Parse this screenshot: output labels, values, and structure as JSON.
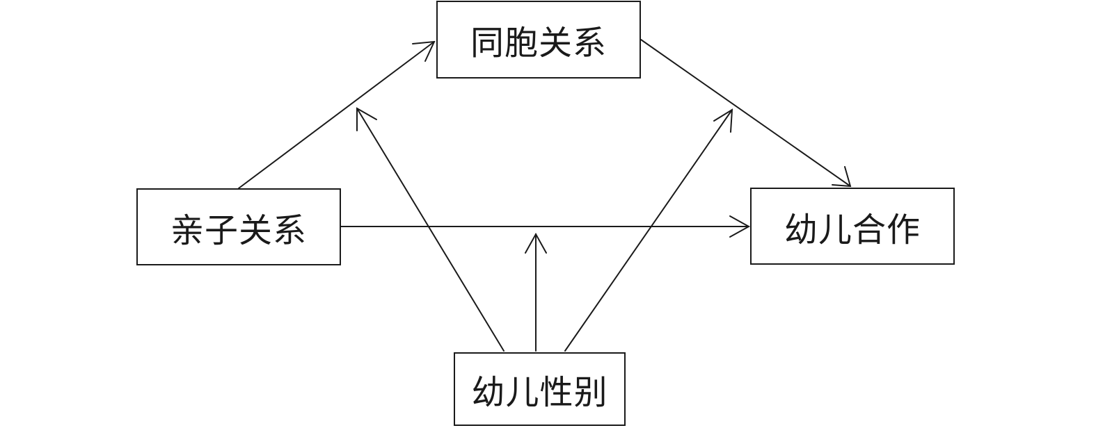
{
  "diagram": {
    "nodes": {
      "sibling": {
        "label": "同胞关系"
      },
      "parent": {
        "label": "亲子关系"
      },
      "cooperation": {
        "label": "幼儿合作"
      },
      "gender": {
        "label": "幼儿性别"
      }
    },
    "edges": [
      {
        "from": "parent",
        "to": "sibling",
        "type": "path"
      },
      {
        "from": "sibling",
        "to": "cooperation",
        "type": "path"
      },
      {
        "from": "parent",
        "to": "cooperation",
        "type": "path"
      },
      {
        "from": "gender",
        "to": "parent-sibling-path",
        "type": "moderation"
      },
      {
        "from": "gender",
        "to": "parent-cooperation-path",
        "type": "moderation"
      },
      {
        "from": "gender",
        "to": "sibling-cooperation-path",
        "type": "moderation"
      }
    ],
    "colors": {
      "stroke": "#1a1a1a",
      "background": "#ffffff"
    }
  }
}
